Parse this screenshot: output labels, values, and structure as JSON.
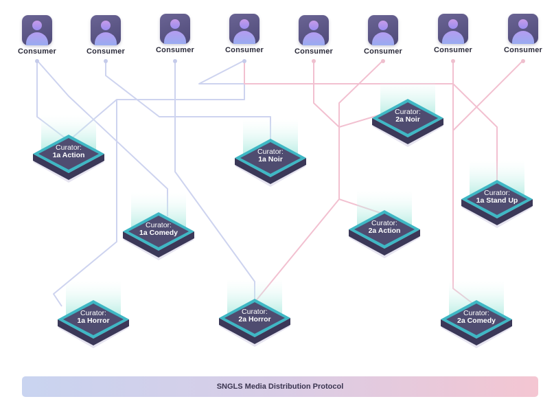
{
  "consumers": [
    {
      "label": "Consumer"
    },
    {
      "label": "Consumer"
    },
    {
      "label": "Consumer"
    },
    {
      "label": "Consumer"
    },
    {
      "label": "Consumer"
    },
    {
      "label": "Consumer"
    },
    {
      "label": "Consumer"
    },
    {
      "label": "Consumer"
    }
  ],
  "curators": [
    {
      "line1": "Curator:",
      "line2": "1a Action"
    },
    {
      "line1": "Curator:",
      "line2": "1a Noir"
    },
    {
      "line1": "Curator:",
      "line2": "2a Noir"
    },
    {
      "line1": "Curator:",
      "line2": "1a Stand Up"
    },
    {
      "line1": "Curator:",
      "line2": "1a Comedy"
    },
    {
      "line1": "Curator:",
      "line2": "2a Action"
    },
    {
      "line1": "Curator:",
      "line2": "1a Horror"
    },
    {
      "line1": "Curator:",
      "line2": "2a Horror"
    },
    {
      "line1": "Curator:",
      "line2": "2a Comedy"
    }
  ],
  "protocol": {
    "label": "SNGLS Media Distribution Protocol"
  },
  "colors": {
    "line_blue": "#cdd3ef",
    "line_pink": "#f2c0d0",
    "node_dark": "#4f4c70",
    "node_teal": "#3fb7c4",
    "glow": "#c8f0e8",
    "avatar_bg": "#5a5584"
  },
  "icons": {
    "consumer": "user-avatar-icon",
    "curator": "server-node-icon"
  }
}
